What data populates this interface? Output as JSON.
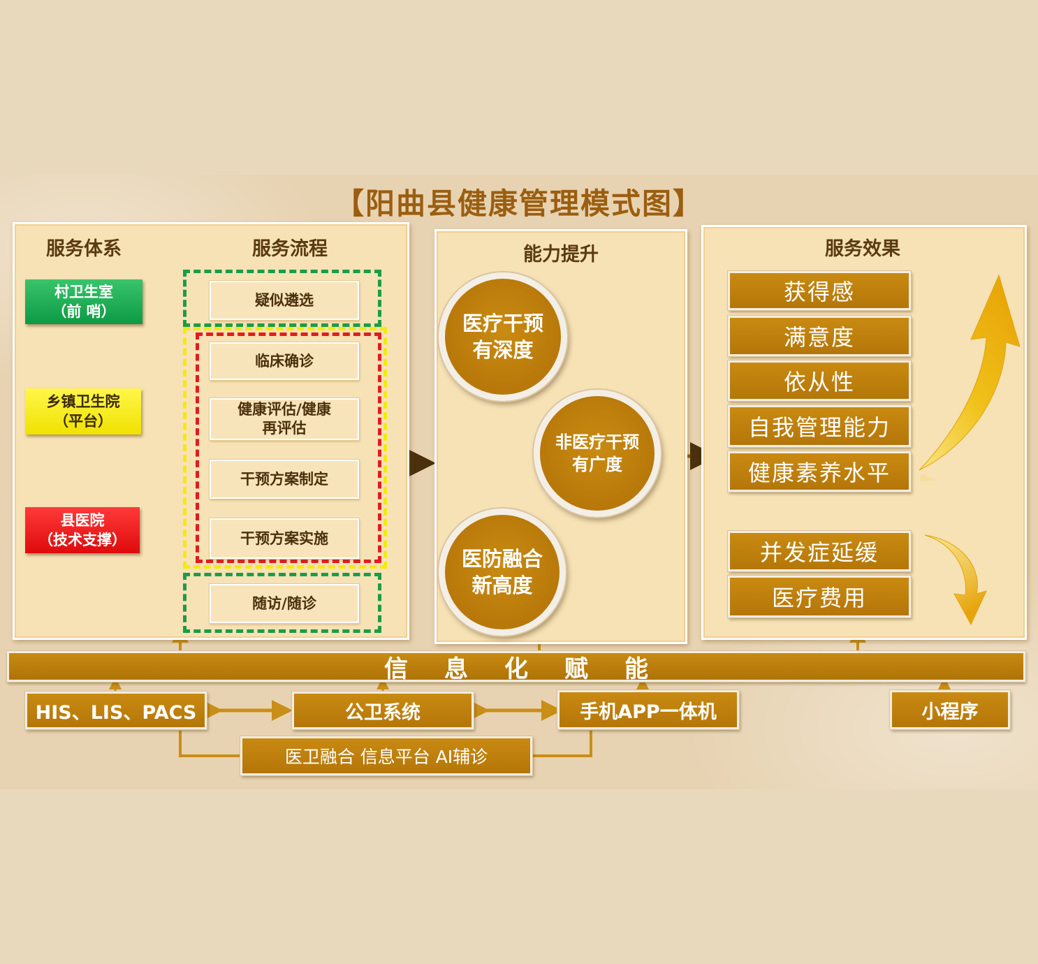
{
  "title": "【阳曲县健康管理模式图】",
  "panel1": {
    "header_system": "服务体系",
    "header_process": "服务流程",
    "levels": [
      {
        "line1": "村卫生室",
        "line2": "（前  哨）",
        "color": "#1ea856"
      },
      {
        "line1": "乡镇卫生院",
        "line2": "（平台）",
        "color": "#f5ec1c"
      },
      {
        "line1": "县医院",
        "line2": "（技术支撑）",
        "color": "#e81818"
      }
    ],
    "steps": [
      {
        "line1": "疑似遴选",
        "line2": ""
      },
      {
        "line1": "临床确诊",
        "line2": ""
      },
      {
        "line1": "健康评估/健康",
        "line2": "再评估"
      },
      {
        "line1": "干预方案制定",
        "line2": ""
      },
      {
        "line1": "干预方案实施",
        "line2": ""
      },
      {
        "line1": "随访/随诊",
        "line2": ""
      }
    ]
  },
  "panel2": {
    "header": "能力提升",
    "circles": [
      {
        "line1": "医疗干预",
        "line2": "有深度"
      },
      {
        "line1": "非医疗干预",
        "line2": "有广度"
      },
      {
        "line1": "医防融合",
        "line2": "新高度"
      }
    ]
  },
  "panel3": {
    "header": "服务效果",
    "up_items": [
      "获得感",
      "满意度",
      "依从性",
      "自我管理能力",
      "健康素养水平"
    ],
    "down_items": [
      "并发症延缓",
      "医疗费用"
    ]
  },
  "info_bar": "信息化赋能",
  "tech": {
    "his": "HIS、LIS、PACS",
    "public_health": "公卫系统",
    "mobile": "手机APP一体机",
    "mini_program": "小程序",
    "platform": "医卫融合  信息平台  AI辅诊"
  },
  "colors": {
    "accent": "#b8790a",
    "panel_bg": "#f7e2b6",
    "title": "#9b5e10",
    "arrow_dark": "#4a300c",
    "arrow_gold": "#d4a21a"
  }
}
